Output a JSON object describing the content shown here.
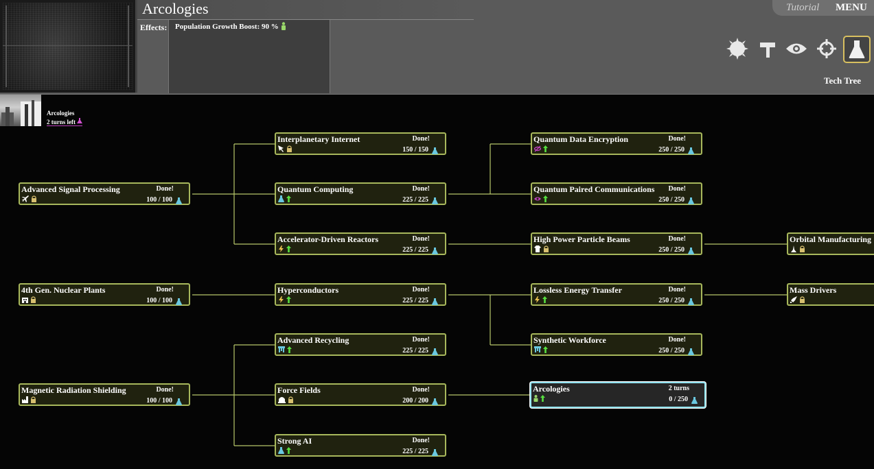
{
  "header": {
    "title": "Arcologies",
    "effects_label": "Effects:",
    "effect_text": "Population Growth Boost: 90 %",
    "tutorial": "Tutorial",
    "menu": "MENU",
    "view_label": "Tech Tree"
  },
  "toolbar_icons": [
    "sun-icon",
    "hammer-icon",
    "eye-icon",
    "crosshair-icon",
    "flask-icon"
  ],
  "current_research": {
    "name": "Arcologies",
    "turns": "2 turns left"
  },
  "colors": {
    "node_border": "#a8b85c",
    "current_border": "#8ee0f0",
    "line": "#b8c86a"
  },
  "nodes": [
    {
      "id": "asp",
      "name": "Advanced Signal Processing",
      "status": "Done!",
      "progress": "100 / 100",
      "icons": [
        "plane-icon",
        "lock-icon"
      ]
    },
    {
      "id": "nuc",
      "name": "4th Gen. Nuclear Plants",
      "status": "Done!",
      "progress": "100 / 100",
      "icons": [
        "building-icon",
        "lock-icon"
      ]
    },
    {
      "id": "mrs",
      "name": "Magnetic Radiation Shielding",
      "status": "Done!",
      "progress": "100 / 100",
      "icons": [
        "factory-icon",
        "lock-icon"
      ]
    },
    {
      "id": "ii",
      "name": "Interplanetary Internet",
      "status": "Done!",
      "progress": "150 / 150",
      "icons": [
        "cursor-icon",
        "lock-icon"
      ]
    },
    {
      "id": "qc",
      "name": "Quantum Computing",
      "status": "Done!",
      "progress": "225 / 225",
      "icons": [
        "flask-icon",
        "arrow-up-icon"
      ]
    },
    {
      "id": "adr",
      "name": "Accelerator-Driven Reactors",
      "status": "Done!",
      "progress": "225 / 225",
      "icons": [
        "bolt-icon",
        "arrow-up-icon"
      ]
    },
    {
      "id": "hyp",
      "name": "Hyperconductors",
      "status": "Done!",
      "progress": "225 / 225",
      "icons": [
        "bolt-icon",
        "arrow-up-icon"
      ]
    },
    {
      "id": "ar",
      "name": "Advanced Recycling",
      "status": "Done!",
      "progress": "225 / 225",
      "icons": [
        "recycle-icon",
        "arrow-up-icon"
      ]
    },
    {
      "id": "ff",
      "name": "Force Fields",
      "status": "Done!",
      "progress": "200 / 200",
      "icons": [
        "shield-icon",
        "lock-icon"
      ]
    },
    {
      "id": "ai",
      "name": "Strong AI",
      "status": "Done!",
      "progress": "225 / 225",
      "icons": [
        "flask-icon",
        "arrow-up-icon"
      ]
    },
    {
      "id": "qde",
      "name": "Quantum Data Encryption",
      "status": "Done!",
      "progress": "250 / 250",
      "icons": [
        "hidden-eye-icon",
        "arrow-up-icon"
      ]
    },
    {
      "id": "qpc",
      "name": "Quantum Paired Communications",
      "status": "Done!",
      "progress": "250 / 250",
      "icons": [
        "eye-icon",
        "arrow-up-icon"
      ]
    },
    {
      "id": "hpb",
      "name": "High Power Particle Beams",
      "status": "Done!",
      "progress": "250 / 250",
      "icons": [
        "shirt-icon",
        "lock-icon"
      ]
    },
    {
      "id": "let",
      "name": "Lossless Energy Transfer",
      "status": "Done!",
      "progress": "250 / 250",
      "icons": [
        "bolt-icon",
        "arrow-up-icon"
      ]
    },
    {
      "id": "sw",
      "name": "Synthetic Workforce",
      "status": "Done!",
      "progress": "250 / 250",
      "icons": [
        "recycle-icon",
        "arrow-up-icon"
      ]
    },
    {
      "id": "arc",
      "name": "Arcologies",
      "status": "2 turns",
      "progress": "0 / 250",
      "icons": [
        "person-icon",
        "arrow-up-icon"
      ]
    },
    {
      "id": "om",
      "name": "Orbital Manufacturing",
      "status": "",
      "progress": "",
      "icons": [
        "satellite-icon",
        "lock-icon"
      ]
    },
    {
      "id": "md",
      "name": "Mass Drivers",
      "status": "",
      "progress": "",
      "icons": [
        "missile-icon",
        "lock-icon"
      ]
    }
  ]
}
